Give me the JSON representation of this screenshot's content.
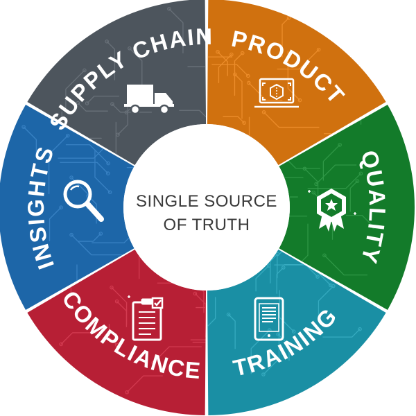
{
  "center": {
    "line1": "SINGLE SOURCE",
    "line2": "OF TRUTH"
  },
  "segments": [
    {
      "label": "SUPPLY CHAIN",
      "color": "#4d555d",
      "icon": "truck-icon"
    },
    {
      "label": "PRODUCT",
      "color": "#d0710f",
      "icon": "laptop-3d-icon"
    },
    {
      "label": "QUALITY",
      "color": "#137b2a",
      "icon": "quality-badge-icon"
    },
    {
      "label": "TRAINING",
      "color": "#1a8fa4",
      "icon": "tablet-icon"
    },
    {
      "label": "COMPLIANCE",
      "color": "#b71f35",
      "icon": "clipboard-check-icon"
    },
    {
      "label": "INSIGHTS",
      "color": "#1d66a8",
      "icon": "magnifier-icon"
    }
  ]
}
